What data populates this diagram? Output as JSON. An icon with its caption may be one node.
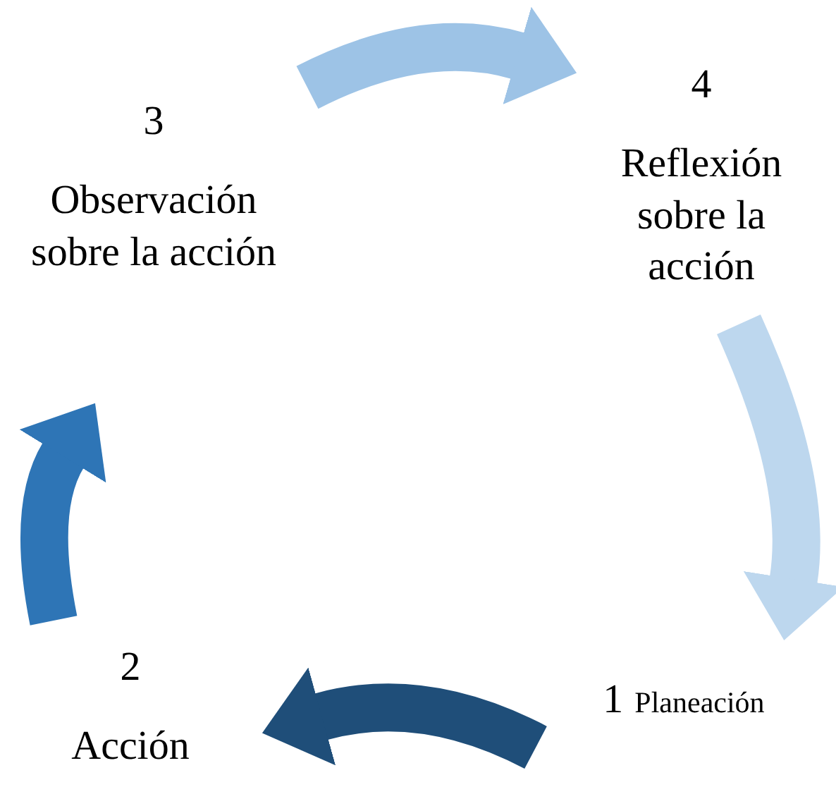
{
  "diagram": {
    "nodes": [
      {
        "text": [
          "3",
          "Observación sobre la acción"
        ]
      },
      {
        "text": [
          "4",
          "Reflexión sobre la acción"
        ]
      },
      {
        "text": [
          "2",
          "Acción"
        ]
      },
      {
        "text": [
          "1",
          "Planeación"
        ]
      }
    ],
    "edges": [
      {
        "from": 3,
        "to": 2,
        "arrow": "to",
        "color": "#1f4e79"
      },
      {
        "from": 2,
        "to": 0,
        "arrow": "to",
        "color": "#2e75b6"
      },
      {
        "from": 0,
        "to": 1,
        "arrow": "to",
        "color": "#9dc3e6"
      },
      {
        "from": 1,
        "to": 3,
        "arrow": "to",
        "color": "#bdd7ee"
      }
    ]
  }
}
